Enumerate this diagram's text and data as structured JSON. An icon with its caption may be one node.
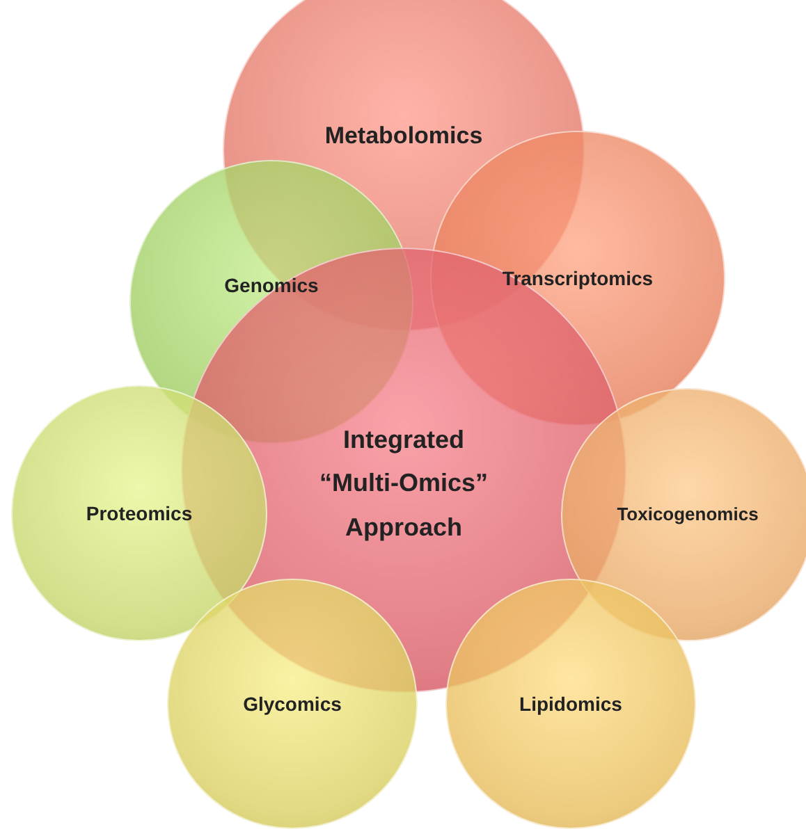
{
  "diagram": {
    "nodes": [
      {
        "text": [
          "Metabolomics"
        ]
      },
      {
        "text": [
          "Genomics"
        ]
      },
      {
        "text": [
          "Transcriptomics"
        ]
      },
      {
        "text": [
          "Integrated “Multi-Omics” Approach"
        ]
      },
      {
        "text": [
          "Proteomics"
        ]
      },
      {
        "text": [
          "Toxicogenomics"
        ]
      },
      {
        "text": [
          "Glycomics"
        ]
      },
      {
        "text": [
          "Lipidomics"
        ]
      }
    ]
  }
}
